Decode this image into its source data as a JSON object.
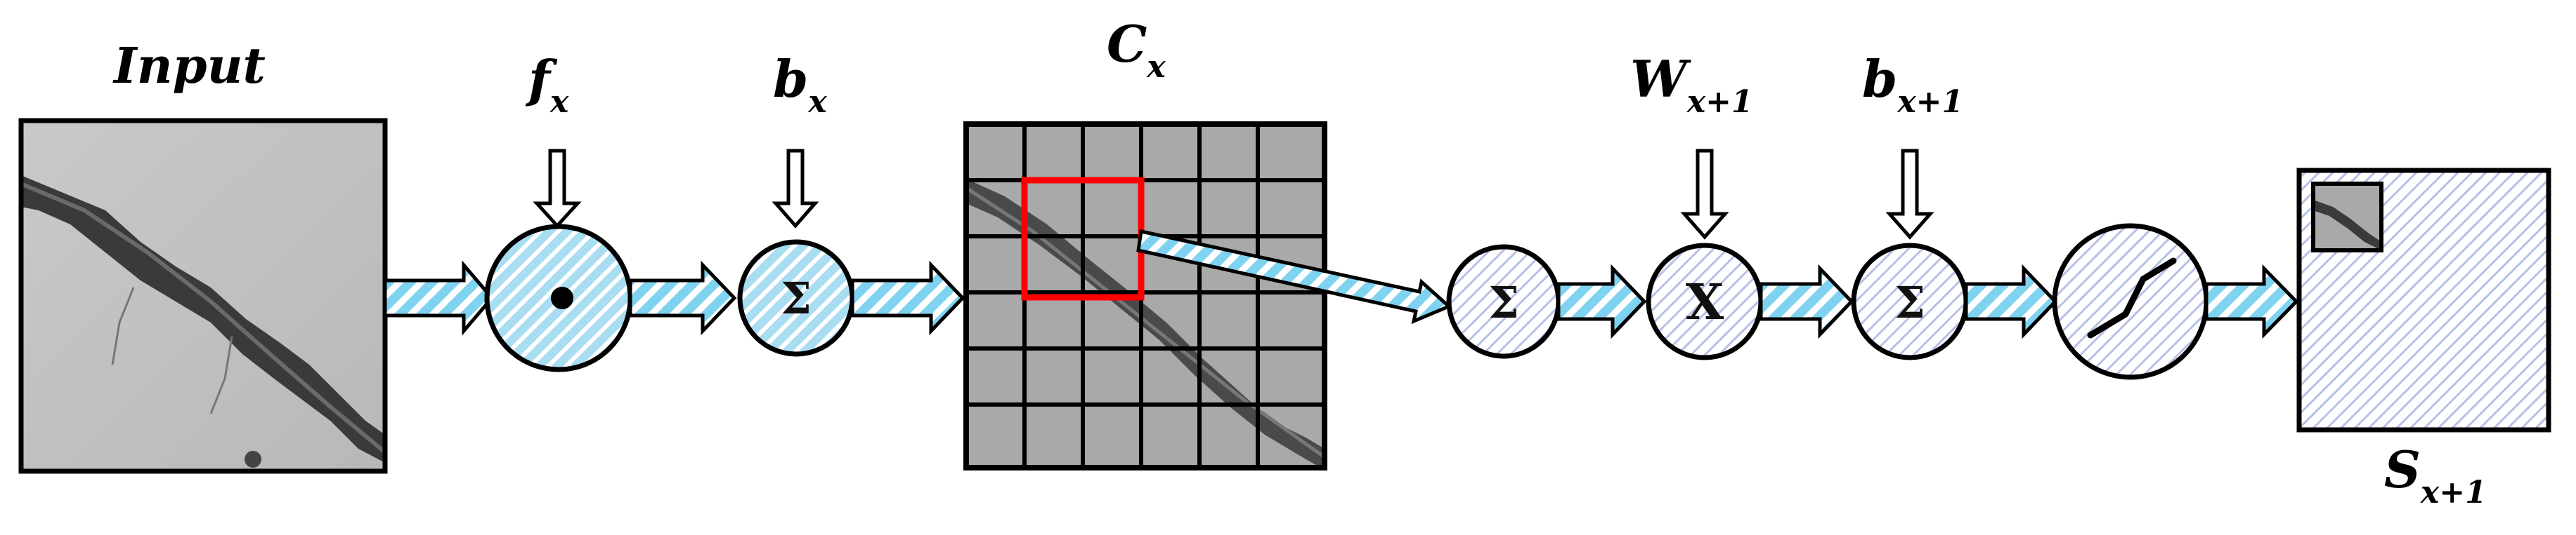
{
  "diagram": {
    "input_label": "Input",
    "filter_label": {
      "base": "f",
      "sub": "x"
    },
    "bias_label": {
      "base": "b",
      "sub": "x"
    },
    "conv_label": {
      "base": "C",
      "sub": "x"
    },
    "weight_label": {
      "base": "W",
      "sub": "x+1"
    },
    "bias2_label": {
      "base": "b",
      "sub": "x+1"
    },
    "output_label": {
      "base": "S",
      "sub": "x+1"
    },
    "ops": {
      "convolution": "•",
      "sum1": "Σ",
      "sum2": "Σ",
      "multiply": "X",
      "sum3": "Σ"
    },
    "colors": {
      "arrow_fill": "#7fd3f0",
      "arrow_stripe": "#ffffff",
      "node_fill_bright": "#a8ddf2",
      "node_fill_pale": "#e6eaf6",
      "feature_grid": "#a9a9a9",
      "highlight": "#ff0000",
      "output_hatch": "#b7c0e6"
    }
  }
}
